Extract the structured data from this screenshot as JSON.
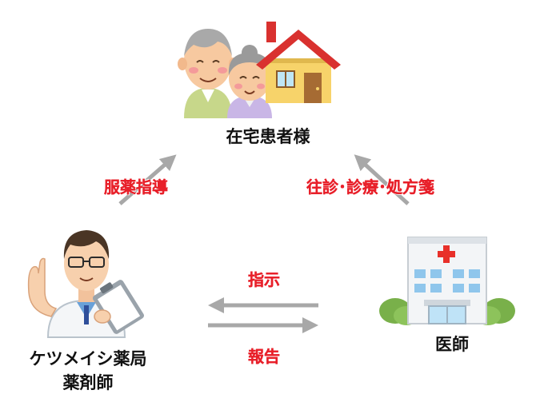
{
  "patient": {
    "label": "在宅患者様"
  },
  "pharmacy": {
    "name": "ケツメイシ薬局",
    "role": "薬剤師"
  },
  "doctor": {
    "label": "医師"
  },
  "edges": {
    "medication_guidance": "服薬指導",
    "home_visit": "往診･診療･処方箋",
    "instruction": "指示",
    "report": "報告"
  },
  "colors": {
    "arrow": "#a8a8a8",
    "edge_label": "#e8202a",
    "node_label": "#111111"
  },
  "icons": [
    "elderly-couple-icon",
    "house-icon",
    "pharmacist-icon",
    "hospital-icon"
  ]
}
